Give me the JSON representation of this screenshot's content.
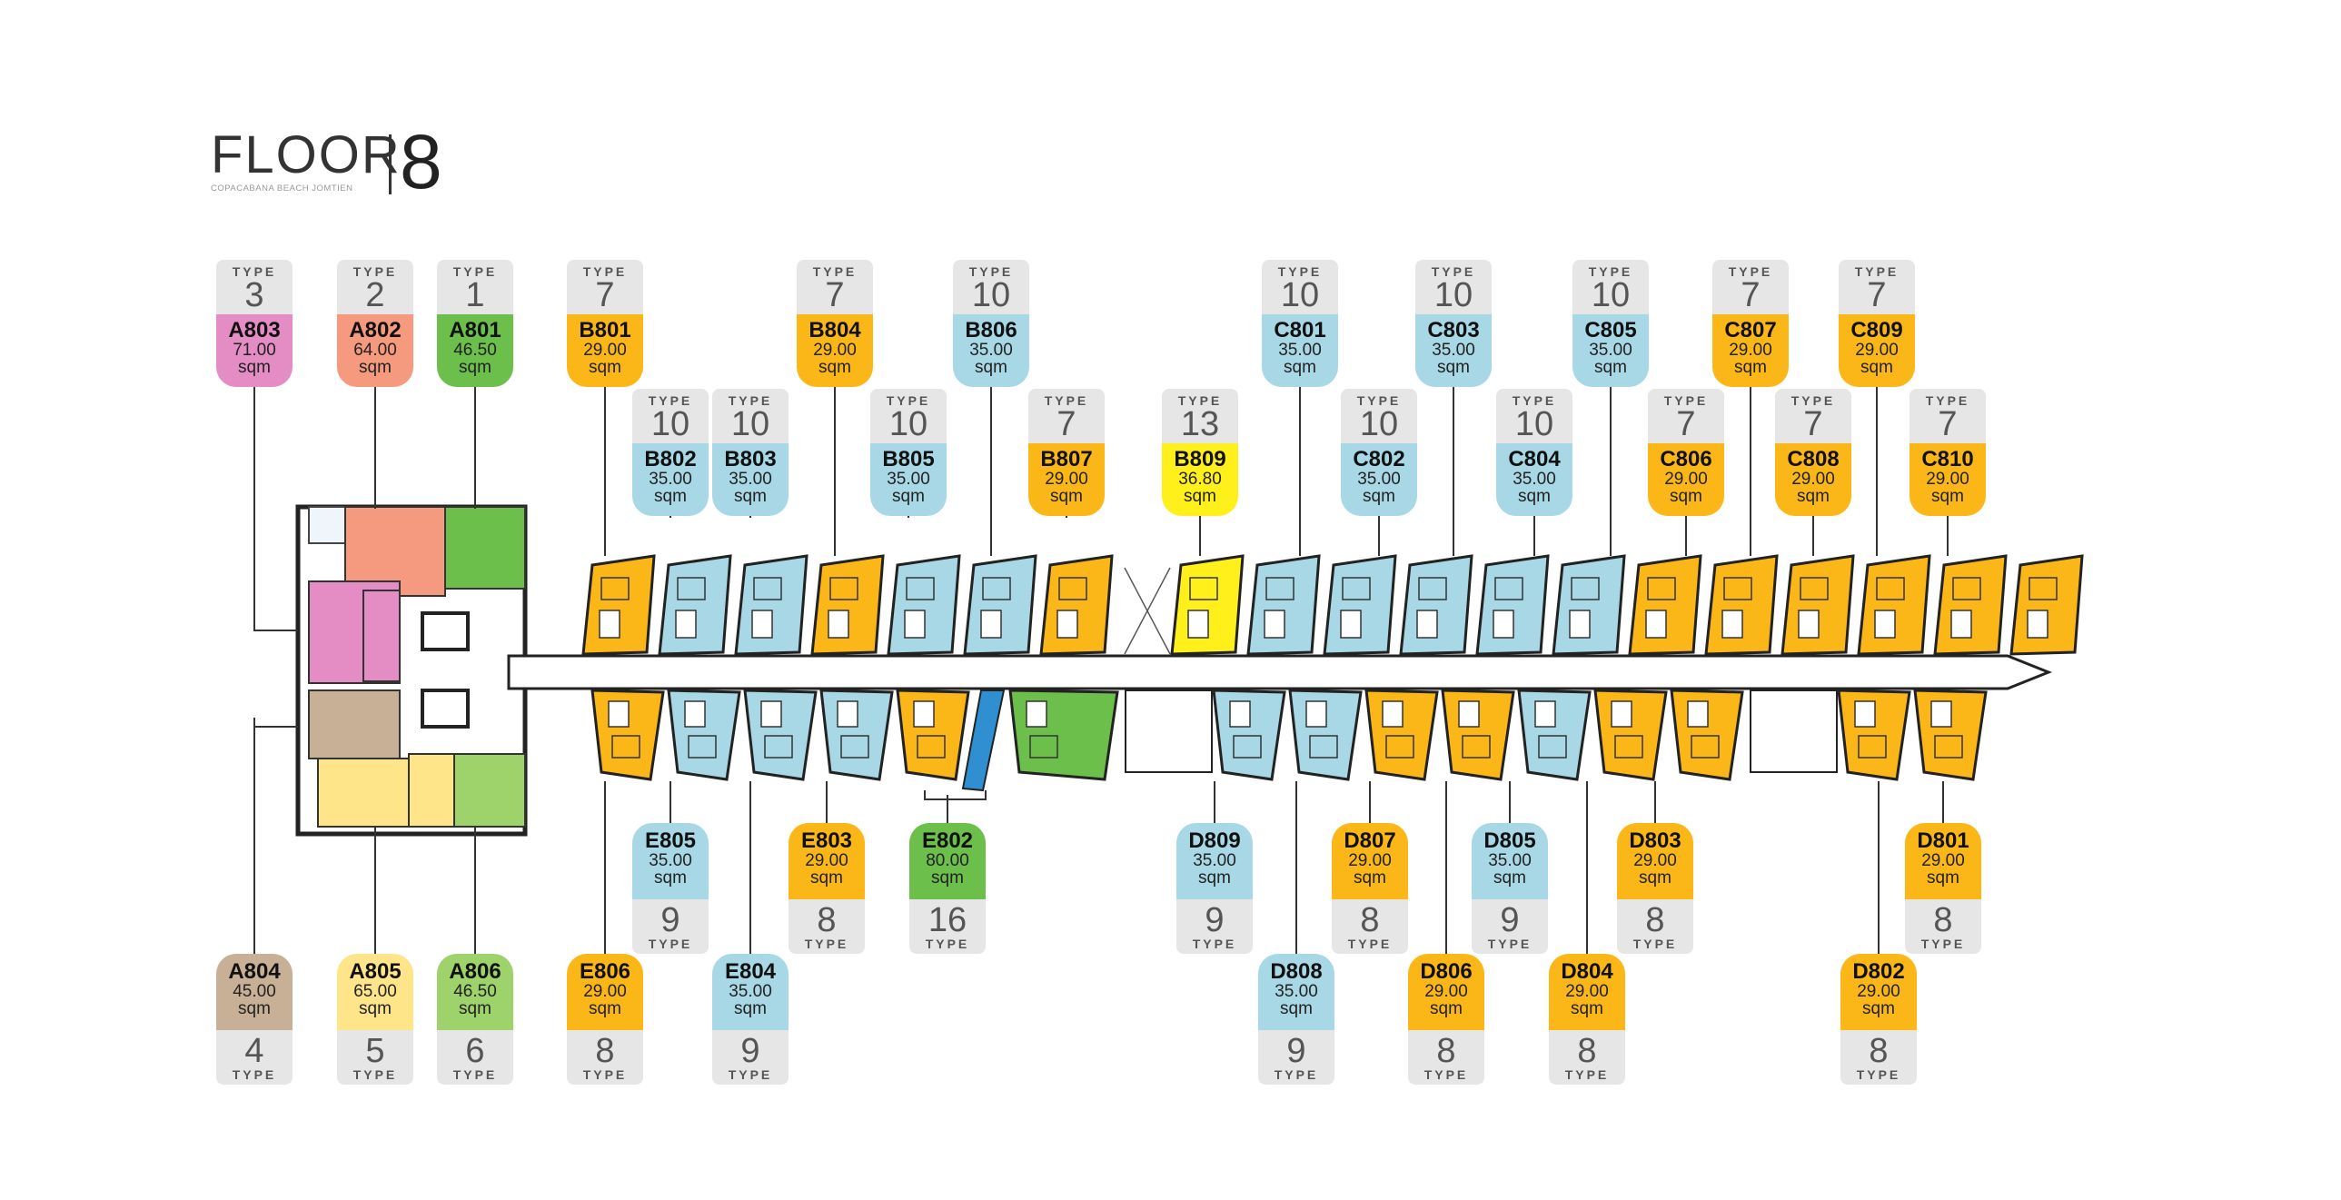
{
  "header": {
    "floor_word": "FLOOR",
    "floor_number": "8",
    "subtitle": "COPACABANA BEACH JOMTIEN"
  },
  "type_word": "TYPE",
  "area_unit": "sqm",
  "colors": {
    "pink": "#e38dc4",
    "salmon": "#f59a7f",
    "green": "#6cbf4a",
    "orange": "#fbb718",
    "blue": "#a8d8e6",
    "yellow": "#ffef1a",
    "tan": "#c8b097",
    "lightyellow": "#ffe58a",
    "lightgreen": "#9ed26a",
    "type_box": "#e6e6e6"
  },
  "units_top": [
    {
      "code": "A803",
      "area": "71.00",
      "type": "3",
      "color": "pink"
    },
    {
      "code": "A802",
      "area": "64.00",
      "type": "2",
      "color": "salmon"
    },
    {
      "code": "A801",
      "area": "46.50",
      "type": "1",
      "color": "green"
    },
    {
      "code": "B801",
      "area": "29.00",
      "type": "7",
      "color": "orange"
    },
    {
      "code": "B802",
      "area": "35.00",
      "type": "10",
      "color": "blue"
    },
    {
      "code": "B803",
      "area": "35.00",
      "type": "10",
      "color": "blue"
    },
    {
      "code": "B804",
      "area": "29.00",
      "type": "7",
      "color": "orange"
    },
    {
      "code": "B805",
      "area": "35.00",
      "type": "10",
      "color": "blue"
    },
    {
      "code": "B806",
      "area": "35.00",
      "type": "10",
      "color": "blue"
    },
    {
      "code": "B807",
      "area": "29.00",
      "type": "7",
      "color": "orange"
    },
    {
      "code": "B809",
      "area": "36.80",
      "type": "13",
      "color": "yellow"
    },
    {
      "code": "C801",
      "area": "35.00",
      "type": "10",
      "color": "blue"
    },
    {
      "code": "C802",
      "area": "35.00",
      "type": "10",
      "color": "blue"
    },
    {
      "code": "C803",
      "area": "35.00",
      "type": "10",
      "color": "blue"
    },
    {
      "code": "C804",
      "area": "35.00",
      "type": "10",
      "color": "blue"
    },
    {
      "code": "C805",
      "area": "35.00",
      "type": "10",
      "color": "blue"
    },
    {
      "code": "C806",
      "area": "29.00",
      "type": "7",
      "color": "orange"
    },
    {
      "code": "C807",
      "area": "29.00",
      "type": "7",
      "color": "orange"
    },
    {
      "code": "C808",
      "area": "29.00",
      "type": "7",
      "color": "orange"
    },
    {
      "code": "C809",
      "area": "29.00",
      "type": "7",
      "color": "orange"
    },
    {
      "code": "C810",
      "area": "29.00",
      "type": "7",
      "color": "orange"
    }
  ],
  "units_bottom": [
    {
      "code": "A804",
      "area": "45.00",
      "type": "4",
      "color": "tan"
    },
    {
      "code": "A805",
      "area": "65.00",
      "type": "5",
      "color": "lightyellow"
    },
    {
      "code": "A806",
      "area": "46.50",
      "type": "6",
      "color": "lightgreen"
    },
    {
      "code": "E806",
      "area": "29.00",
      "type": "8",
      "color": "orange"
    },
    {
      "code": "E805",
      "area": "35.00",
      "type": "9",
      "color": "blue"
    },
    {
      "code": "E804",
      "area": "35.00",
      "type": "9",
      "color": "blue"
    },
    {
      "code": "E803",
      "area": "29.00",
      "type": "8",
      "color": "orange"
    },
    {
      "code": "E802",
      "area": "80.00",
      "type": "16",
      "color": "green"
    },
    {
      "code": "D809",
      "area": "35.00",
      "type": "9",
      "color": "blue"
    },
    {
      "code": "D808",
      "area": "35.00",
      "type": "9",
      "color": "blue"
    },
    {
      "code": "D807",
      "area": "29.00",
      "type": "8",
      "color": "orange"
    },
    {
      "code": "D806",
      "area": "29.00",
      "type": "8",
      "color": "orange"
    },
    {
      "code": "D805",
      "area": "35.00",
      "type": "9",
      "color": "blue"
    },
    {
      "code": "D804",
      "area": "29.00",
      "type": "8",
      "color": "orange"
    },
    {
      "code": "D803",
      "area": "29.00",
      "type": "8",
      "color": "orange"
    },
    {
      "code": "D802",
      "area": "29.00",
      "type": "8",
      "color": "orange"
    },
    {
      "code": "D801",
      "area": "29.00",
      "type": "8",
      "color": "orange"
    }
  ]
}
